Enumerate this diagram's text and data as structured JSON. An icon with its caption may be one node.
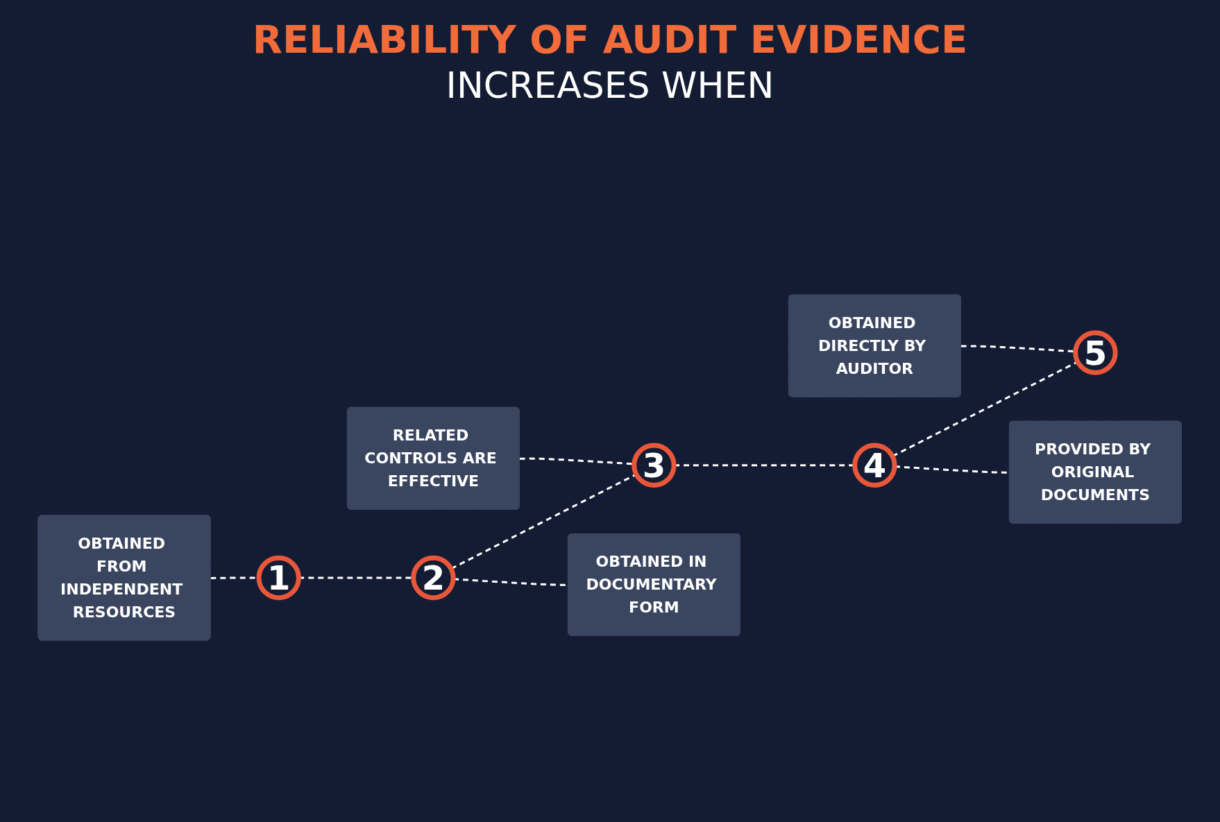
{
  "diagram": {
    "title": "RELIABILITY OF AUDIT EVIDENCE",
    "nodes": [
      {
        "text": [
          "OBTAINED FROM INDEPENDENT RESOURCES"
        ]
      },
      {
        "text": [
          "RELATED CONTROLS ARE EFFECTIVE"
        ]
      },
      {
        "text": [
          "OBTAINED DIRECTLY BY AUDITOR"
        ]
      },
      {
        "text": [
          "1"
        ]
      },
      {
        "text": [
          "2"
        ]
      },
      {
        "text": [
          "3"
        ]
      },
      {
        "text": [
          "4"
        ]
      },
      {
        "text": [
          "5"
        ]
      },
      {
        "text": [
          "OBTAINED IN DOCUMENTARY FORM"
        ]
      },
      {
        "text": [
          "PROVIDED BY ORIGINAL DOCUMENTS"
        ]
      }
    ],
    "edges": [
      {
        "from": 0,
        "to": 3,
        "arrow": "none",
        "style": "dashed"
      },
      {
        "from": 1,
        "to": 5,
        "arrow": "none",
        "style": "dashed"
      },
      {
        "from": 2,
        "to": 7,
        "arrow": "none",
        "style": "dashed"
      },
      {
        "from": 3,
        "to": 4,
        "arrow": "none",
        "style": "dashed"
      },
      {
        "from": 4,
        "to": 5,
        "arrow": "none",
        "style": "dashed"
      },
      {
        "from": 5,
        "to": 6,
        "arrow": "none",
        "style": "dashed"
      },
      {
        "from": 6,
        "to": 7,
        "arrow": "none",
        "style": "dashed"
      },
      {
        "from": 4,
        "to": 8,
        "arrow": "none",
        "style": "dashed"
      },
      {
        "from": 6,
        "to": 9,
        "arrow": "none",
        "style": "dashed"
      }
    ],
    "labels": [
      "INCREASES WHEN"
    ]
  }
}
